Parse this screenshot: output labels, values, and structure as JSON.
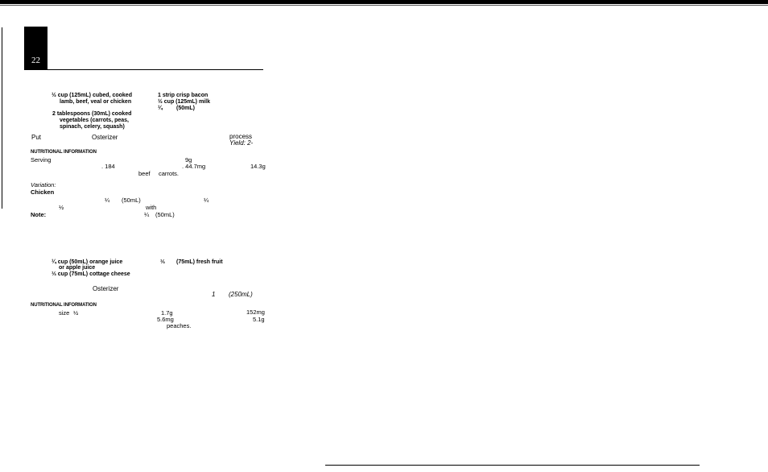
{
  "page_number": "22",
  "recipe1": {
    "ing_left": [
      "½ cup (125mL) cubed, cooked",
      "lamb, beef, veal or chicken",
      "2 tablespoons (30mL) cooked",
      "vegetables (carrots, peas,",
      "spinach, celery, squash)"
    ],
    "ing_right": [
      "1 strip crisp bacon",
      "½ cup (125mL) milk",
      "¼",
      "(50mL)"
    ],
    "method": {
      "put": "Put",
      "osterizer": "Osterizer",
      "process": "process",
      "yield": "Yield: 2-"
    },
    "nutrition_heading": "NUTRITIONAL INFORMATION",
    "serving": "Serving",
    "value_184": ". 184",
    "value_9g": "9g",
    "value_447mg": ". 44.7mg",
    "value_143g": "14.3g",
    "beef": "beef",
    "carrots": "carrots.",
    "variation_label": "Variation:",
    "chicken_label": "Chicken",
    "quarter_a": "¼",
    "fifty_ml_a": "(50mL)",
    "quarter_b": "¼",
    "half": "½",
    "with": "with",
    "note_label": "Note:",
    "quarter_c": "¼",
    "fifty_ml_b": "(50mL)"
  },
  "recipe2": {
    "ing_left": [
      "¼ cup (50mL) orange juice",
      "or apple juice",
      "⅓ cup (75mL) cottage cheese"
    ],
    "ing_right_frac": "⅓",
    "ing_right": "(75mL) fresh fruit",
    "osterizer": "Osterizer",
    "one": "1",
    "two_fifty_ml": "(250mL)",
    "nutrition_heading": "NUTRITIONAL INFORMATION",
    "size": "size",
    "half": "½",
    "value_17g": "1.7g",
    "value_152mg": "152mg",
    "value_56mg": "5.6mg",
    "value_51g": "5.1g",
    "peaches": "peaches."
  }
}
